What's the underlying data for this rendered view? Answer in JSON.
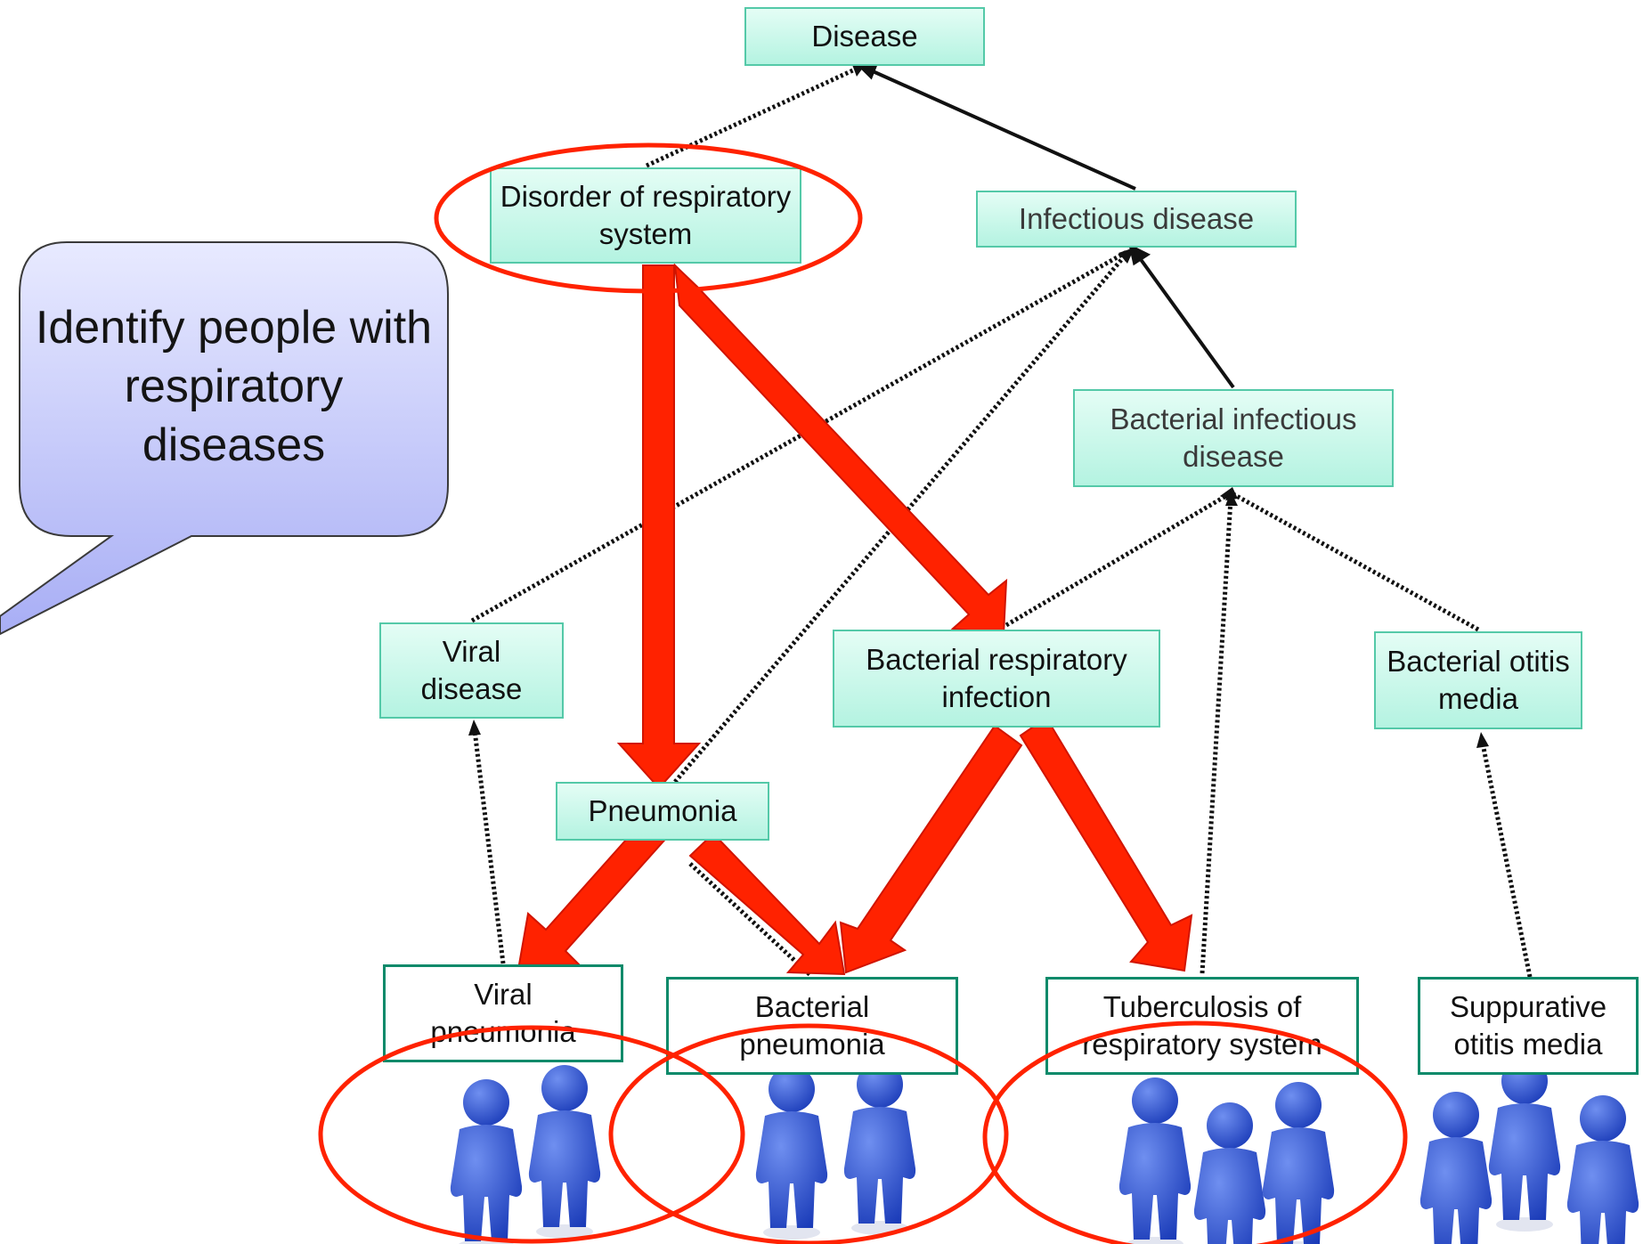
{
  "callout": {
    "text": "Identify people with respiratory diseases"
  },
  "nodes": {
    "disease": "Disease",
    "disorder_respiratory": "Disorder of respiratory system",
    "infectious_disease": "Infectious disease",
    "bacterial_infectious_disease": "Bacterial infectious disease",
    "viral_disease": "Viral disease",
    "bacterial_respiratory_infection": "Bacterial respiratory infection",
    "bacterial_otitis_media": "Bacterial otitis media",
    "pneumonia": "Pneumonia",
    "viral_pneumonia": "Viral pneumonia",
    "bacterial_pneumonia": "Bacterial pneumonia",
    "tuberculosis_respiratory": "Tuberculosis of respiratory system",
    "suppurative_otitis_media": "Suppurative otitis media"
  },
  "colors": {
    "node_fill_top": "#e4fdf5",
    "node_fill_bottom": "#b4f3e1",
    "node_border": "#54c9a8",
    "leaf_border": "#0d8a6a",
    "highlight_red": "#ff2200",
    "callout_fill_top": "#e8eaff",
    "callout_fill_bottom": "#a8aef5",
    "person_blue": "#2449c9"
  }
}
